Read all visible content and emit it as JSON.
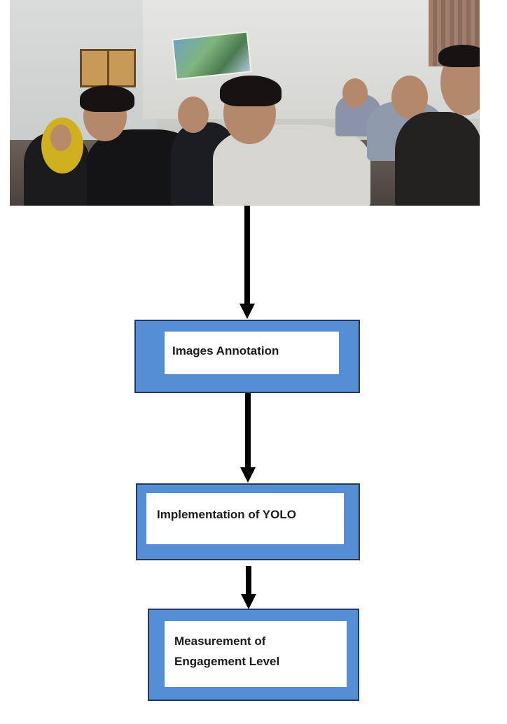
{
  "photo": {
    "subject": "classroom-students-photo"
  },
  "steps": [
    {
      "label": "Images Annotation"
    },
    {
      "label": "Implementation of YOLO"
    },
    {
      "label": "Measurement of\nEngagement Level"
    }
  ],
  "colors": {
    "box_fill": "#558ed5",
    "box_border": "#1f3864",
    "inner_fill": "#ffffff",
    "arrow": "#000000",
    "text": "#1a1a1a"
  }
}
